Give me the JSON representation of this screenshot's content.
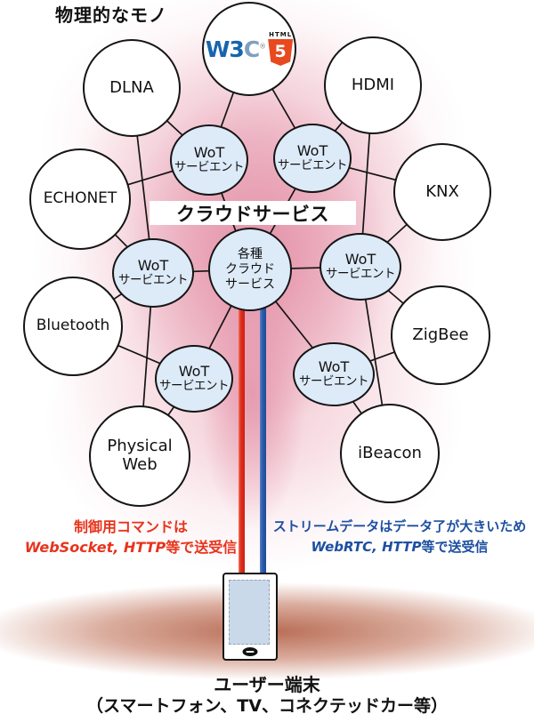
{
  "page_label": "物理的なモノ",
  "w3c_node": {
    "w3": "W3",
    "c": "C",
    "reg": "®",
    "html_word": "HTML",
    "five": "5"
  },
  "tech_nodes": {
    "dlna": "DLNA",
    "hdmi": "HDMI",
    "echonet": "ECHONET",
    "knx": "KNX",
    "bluetooth": "Bluetooth",
    "zigbee": "ZigBee",
    "physical_web": "Physical Web",
    "ibeacon": "iBeacon"
  },
  "wot_servient": {
    "line1": "WoT",
    "line2": "サービエント"
  },
  "cloud_banner": "クラウドサービス",
  "center_node": {
    "line1": "各種",
    "line2": "クラウド",
    "line3": "サービス"
  },
  "annotation_control": {
    "line1": "制御用コマンドは",
    "line2_em": "WebSocket, HTTP",
    "line2_rest": "等で送受信"
  },
  "annotation_stream": {
    "line1": "ストリームデータはデータ了が大きいため",
    "line2_em": "WebRTC, HTTP",
    "line2_rest": "等で送受信"
  },
  "footer": {
    "line1": "ユーザー端末",
    "line2": "（スマートフォン、TV、コネクテッドカー等）"
  },
  "colors": {
    "control_red": "#e8331c",
    "stream_blue": "#1d4fa1",
    "servient_fill": "#ddeaf8",
    "w3c_blue": "#1765ad",
    "html5_orange": "#e8491f",
    "pink_glow": "#eeb0c2",
    "ground_brown": "#b05a3c"
  }
}
